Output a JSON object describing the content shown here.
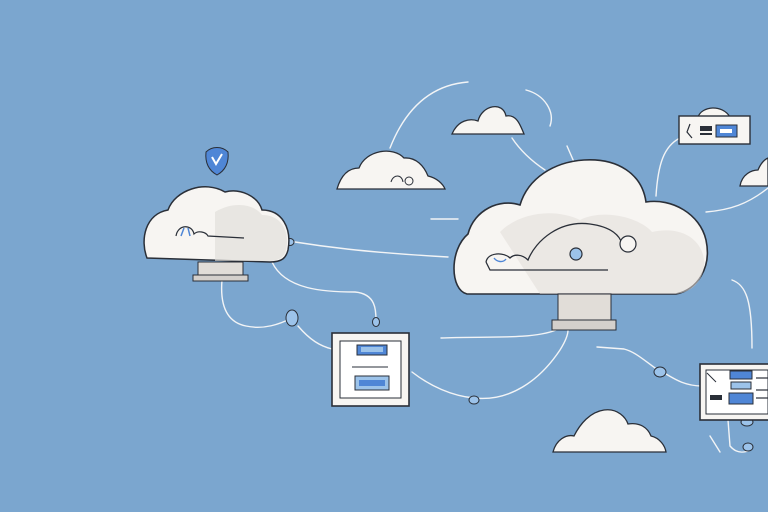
{
  "colors": {
    "background": "#7ba6cf",
    "cloud_fill": "#f7f5f2",
    "cloud_shadow": "#e1ddd8",
    "outline": "#2a2f38",
    "line": "#f2f4f6",
    "accent_blue": "#4f86d6",
    "node_blue": "#9cc3ea"
  },
  "illustration": {
    "subject": "cloud network",
    "icons": [
      "cloud-icon",
      "server-stand-icon",
      "monitor-icon",
      "shield-icon",
      "network-line",
      "connector-node"
    ]
  }
}
